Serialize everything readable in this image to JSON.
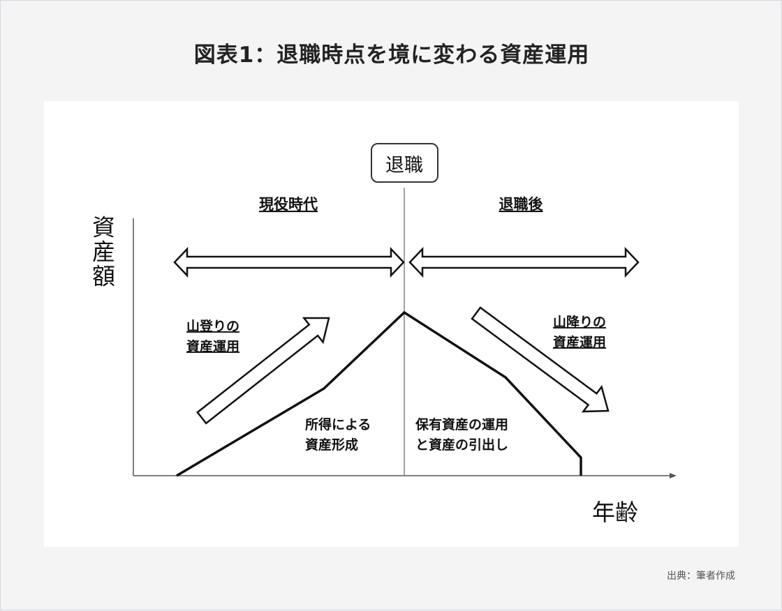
{
  "title": "図表1：退職時点を境に変わる資産運用",
  "diagram": {
    "retirement_box": "退職",
    "period_left": "現役時代",
    "period_right": "退職後",
    "y_axis_label": "資産額",
    "x_axis_label": "年齢",
    "left_arrow_label": [
      "山登りの",
      "資産運用"
    ],
    "right_arrow_label": [
      "山降りの",
      "資産運用"
    ],
    "left_area_label": [
      "所得による",
      "資産形成"
    ],
    "right_area_label": [
      "保有資産の運用",
      "と資産の引出し"
    ]
  },
  "source": "出典：筆者作成"
}
